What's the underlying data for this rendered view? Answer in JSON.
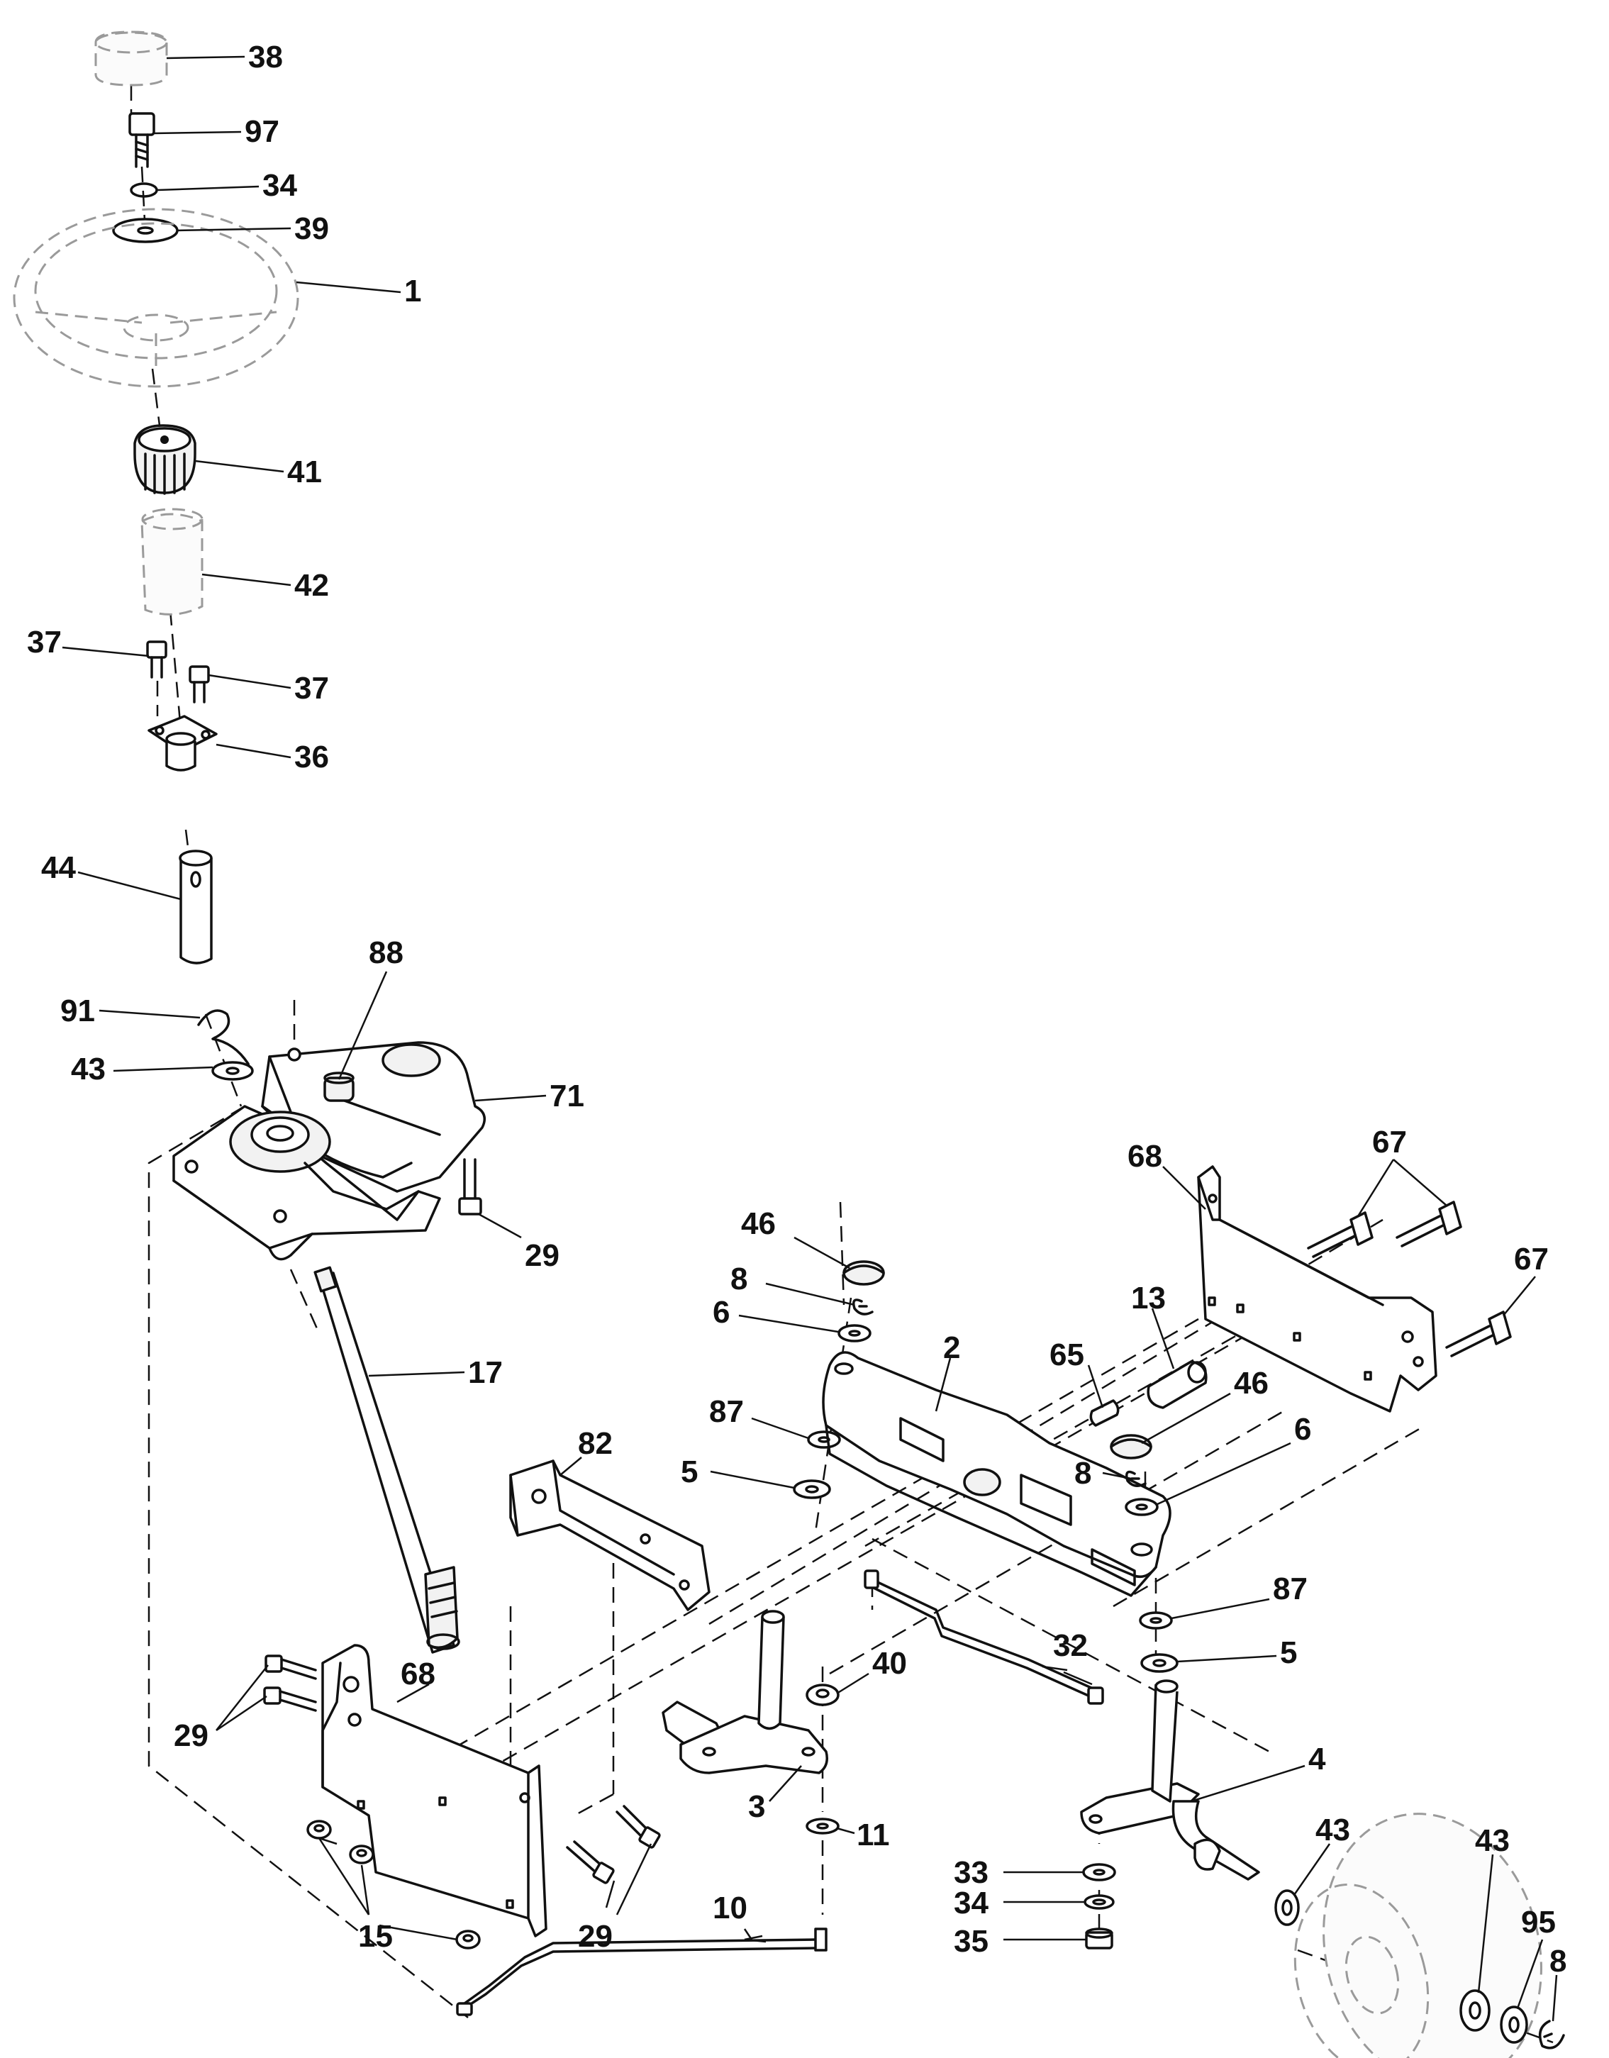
{
  "callouts": [
    {
      "id": "c38",
      "text": "38"
    },
    {
      "id": "c97",
      "text": "97"
    },
    {
      "id": "c34a",
      "text": "34"
    },
    {
      "id": "c39",
      "text": "39"
    },
    {
      "id": "c1",
      "text": "1"
    },
    {
      "id": "c41",
      "text": "41"
    },
    {
      "id": "c42",
      "text": "42"
    },
    {
      "id": "c37a",
      "text": "37"
    },
    {
      "id": "c37b",
      "text": "37"
    },
    {
      "id": "c36",
      "text": "36"
    },
    {
      "id": "c44",
      "text": "44"
    },
    {
      "id": "c88",
      "text": "88"
    },
    {
      "id": "c91",
      "text": "91"
    },
    {
      "id": "c43a",
      "text": "43"
    },
    {
      "id": "c71",
      "text": "71"
    },
    {
      "id": "c29a",
      "text": "29"
    },
    {
      "id": "c17",
      "text": "17"
    },
    {
      "id": "c82",
      "text": "82"
    },
    {
      "id": "c68a",
      "text": "68"
    },
    {
      "id": "c29b",
      "text": "29"
    },
    {
      "id": "c15",
      "text": "15"
    },
    {
      "id": "c29c",
      "text": "29"
    },
    {
      "id": "c10",
      "text": "10"
    },
    {
      "id": "c46a",
      "text": "46"
    },
    {
      "id": "c8a",
      "text": "8"
    },
    {
      "id": "c6a",
      "text": "6"
    },
    {
      "id": "c87a",
      "text": "87"
    },
    {
      "id": "c5a",
      "text": "5"
    },
    {
      "id": "c2",
      "text": "2"
    },
    {
      "id": "c68b",
      "text": "68"
    },
    {
      "id": "c67a",
      "text": "67"
    },
    {
      "id": "c67b",
      "text": "67"
    },
    {
      "id": "c13",
      "text": "13"
    },
    {
      "id": "c65",
      "text": "65"
    },
    {
      "id": "c46b",
      "text": "46"
    },
    {
      "id": "c8b",
      "text": "8"
    },
    {
      "id": "c6b",
      "text": "6"
    },
    {
      "id": "c87b",
      "text": "87"
    },
    {
      "id": "c5b",
      "text": "5"
    },
    {
      "id": "c32",
      "text": "32"
    },
    {
      "id": "c40",
      "text": "40"
    },
    {
      "id": "c3",
      "text": "3"
    },
    {
      "id": "c11",
      "text": "11"
    },
    {
      "id": "c4",
      "text": "4"
    },
    {
      "id": "c43b",
      "text": "43"
    },
    {
      "id": "c43c",
      "text": "43"
    },
    {
      "id": "c33",
      "text": "33"
    },
    {
      "id": "c34b",
      "text": "34"
    },
    {
      "id": "c35",
      "text": "35"
    },
    {
      "id": "c95",
      "text": "95"
    },
    {
      "id": "c8c",
      "text": "8"
    }
  ]
}
